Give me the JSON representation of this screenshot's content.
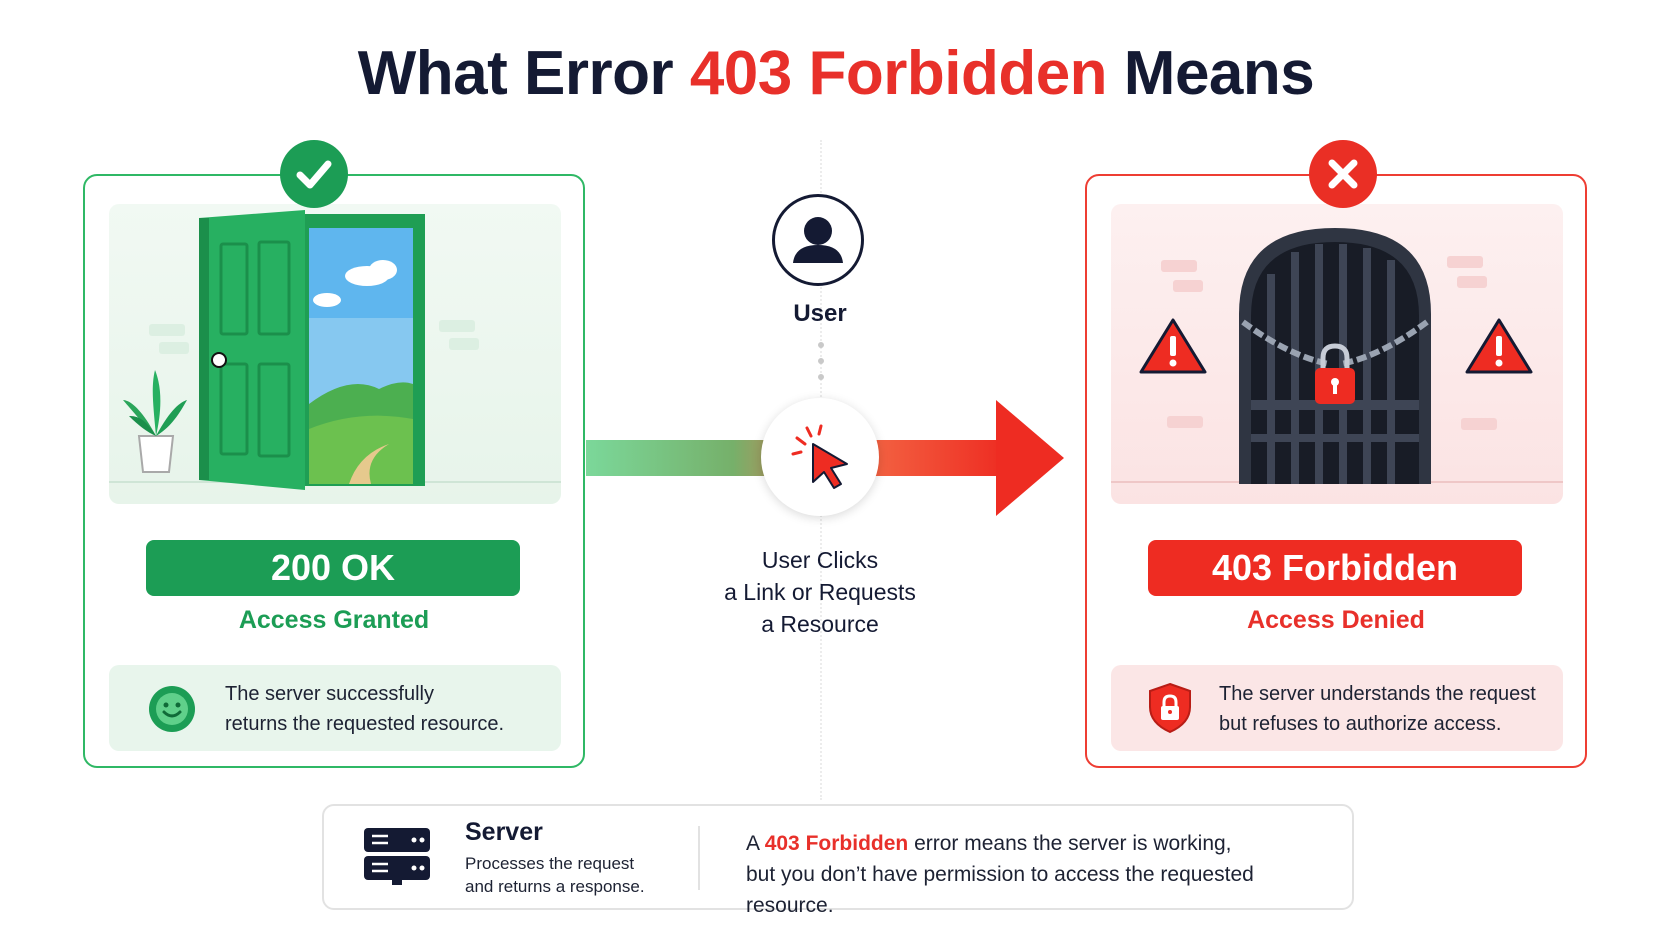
{
  "title": {
    "prefix": "What Error",
    "highlight": "403 Forbidden",
    "suffix": "Means"
  },
  "colors": {
    "green": "#1c9d55",
    "red": "#ee2c22",
    "navy": "#141a33"
  },
  "left_panel": {
    "badge_icon": "check-icon",
    "illustration": "open-door",
    "status_code": "200 OK",
    "status_text": "Access Granted",
    "note_icon": "smiley-icon",
    "note_line1": "The server successfully",
    "note_line2": "returns the requested resource."
  },
  "center": {
    "user_icon": "user-icon",
    "user_label": "User",
    "click_icon": "cursor-click-icon",
    "action_line1": "User Clicks",
    "action_line2": "a Link or Requests",
    "action_line3": "a Resource"
  },
  "right_panel": {
    "badge_icon": "x-icon",
    "illustration": "locked-gate",
    "status_code": "403 Forbidden",
    "status_text": "Access Denied",
    "note_icon": "shield-lock-icon",
    "note_line1": "The server understands the request",
    "note_line2": "but refuses to authorize access."
  },
  "server": {
    "icon": "server-icon",
    "title": "Server",
    "desc_line1": "Processes the request",
    "desc_line2": "and returns a response.",
    "explain_prefix": "A",
    "explain_highlight": "403 Forbidden",
    "explain_rest": "error means the server is working,",
    "explain_line2": "but you don’t have permission to access the requested resource."
  }
}
